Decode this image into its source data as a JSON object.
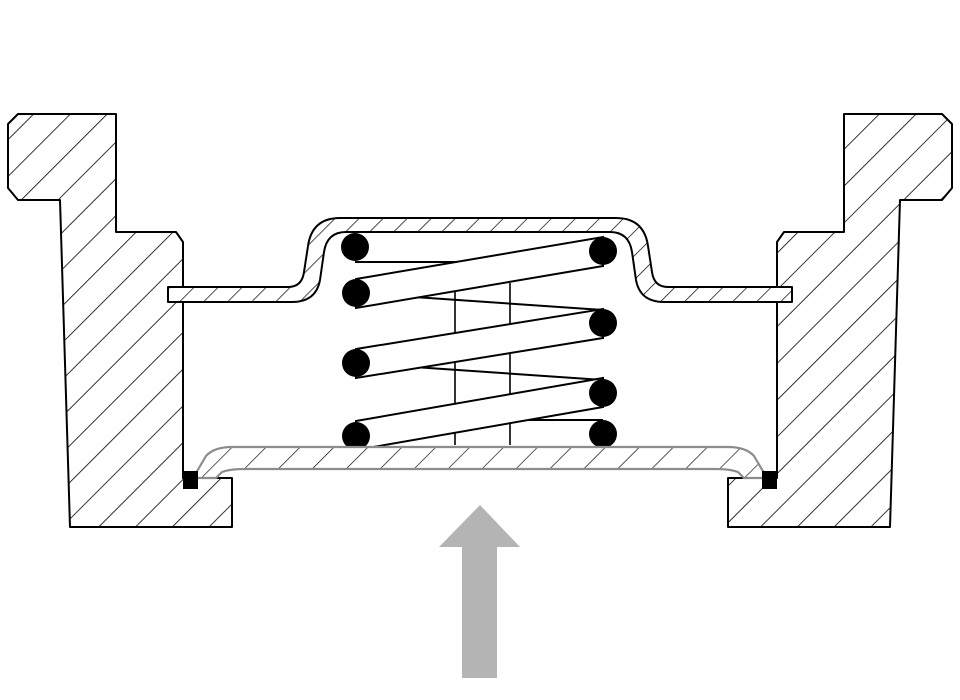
{
  "diagram": {
    "subject": "spring-loaded-diaphragm-cross-section",
    "colors": {
      "background": "#ffffff",
      "line": "#000000",
      "hatch": "#000000",
      "arrow": "#b4b4b4",
      "diaphragm_outline": "#8c8c8c",
      "seal": "#000000"
    },
    "spring": {
      "coil_turns": 3.5
    },
    "arrow": {
      "direction": "up"
    }
  }
}
